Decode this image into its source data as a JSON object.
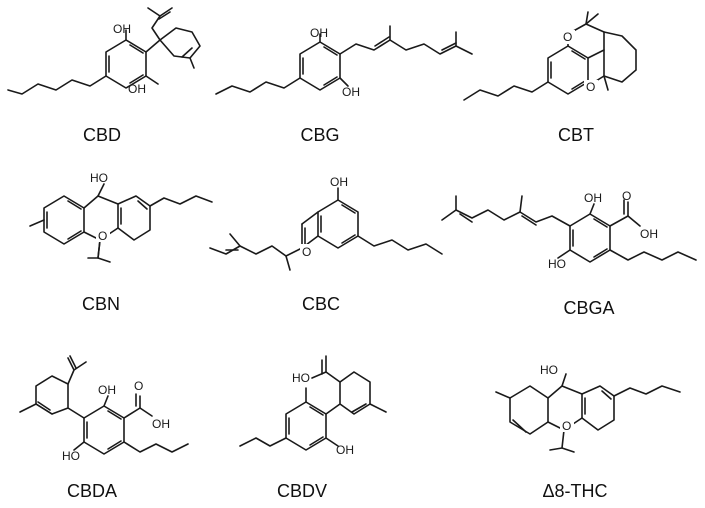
{
  "compounds": [
    {
      "name": "CBD",
      "labels": [
        "OH",
        "OH"
      ]
    },
    {
      "name": "CBG",
      "labels": [
        "OH",
        "OH"
      ]
    },
    {
      "name": "CBT",
      "labels": [
        "O",
        "O"
      ]
    },
    {
      "name": "CBN",
      "labels": [
        "HO",
        "O"
      ]
    },
    {
      "name": "CBC",
      "labels": [
        "OH",
        "O"
      ]
    },
    {
      "name": "CBGA",
      "labels": [
        "OH",
        "O",
        "OH",
        "HO"
      ]
    },
    {
      "name": "CBDA",
      "labels": [
        "OH",
        "O",
        "OH",
        "HO"
      ]
    },
    {
      "name": "CBDV",
      "labels": [
        "HO",
        "OH"
      ]
    },
    {
      "name": "Δ8-THC",
      "labels": [
        "HO",
        "O"
      ]
    }
  ]
}
